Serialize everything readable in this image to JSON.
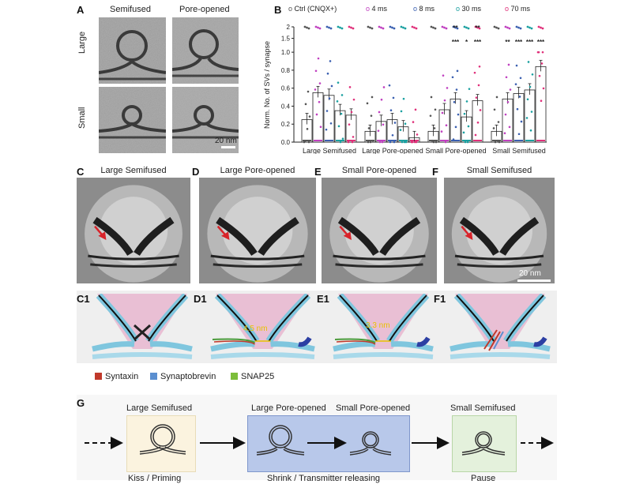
{
  "panels": {
    "A": {
      "letter": "A",
      "col_labels": [
        "Semifused",
        "Pore-opened"
      ],
      "row_labels": [
        "Large",
        "Small"
      ],
      "scale_bar": "20 nm"
    },
    "B": {
      "letter": "B"
    },
    "C": {
      "letter": "C",
      "title": "Large Semifused"
    },
    "D": {
      "letter": "D",
      "title": "Large Pore-opened"
    },
    "E": {
      "letter": "E",
      "title": "Small Pore-opened"
    },
    "F": {
      "letter": "F",
      "title": "Small Semifused",
      "scale_bar": "20 nm"
    },
    "C1": {
      "letter": "C1"
    },
    "D1": {
      "letter": "D1",
      "measure": "4.5 nm"
    },
    "E1": {
      "letter": "E1",
      "measure": "3.3 nm"
    },
    "F1": {
      "letter": "F1"
    },
    "protein_legend": [
      {
        "name": "Syntaxin",
        "color": "#c0392b"
      },
      {
        "name": "Synaptobrevin",
        "color": "#5b8fd0"
      },
      {
        "name": "SNAP25",
        "color": "#7cbd3a"
      }
    ],
    "G": {
      "letter": "G",
      "stages": [
        {
          "title": "Large Semifused",
          "caption": "Kiss / Priming"
        },
        {
          "title": "Large Pore-opened",
          "caption": "Shrink / Transmitter releasing"
        },
        {
          "title": "Small Pore-opened",
          "caption": ""
        },
        {
          "title": "Small Semifused",
          "caption": "Pause"
        }
      ]
    }
  },
  "colors": {
    "ctrl": "#555555",
    "ms4": "#c040c0",
    "ms8": "#3a5fb0",
    "ms30": "#1aa0a0",
    "ms70": "#e0307a",
    "box_yellow": "#fbf3df",
    "box_blue": "#b8c8ea",
    "box_green": "#e4f1dc"
  },
  "chart_data": {
    "type": "bar",
    "ylabel": "Norm. No. of SVs / synapse",
    "yticks": [
      "0.0",
      "0.2",
      "0.4",
      "0.6",
      "0.8",
      "1.0",
      "1.5",
      "2"
    ],
    "ylim": [
      0,
      2
    ],
    "categories": [
      "Large Semifused",
      "Large Pore-opened",
      "Small Pore-opened",
      "Small Semifused"
    ],
    "series": [
      {
        "name": "Ctrl (CNQX+)",
        "values": [
          0.25,
          0.12,
          0.12,
          0.12
        ]
      },
      {
        "name": "4 ms",
        "values": [
          0.55,
          0.23,
          0.36,
          0.48
        ]
      },
      {
        "name": "8 ms",
        "values": [
          0.52,
          0.25,
          0.48,
          0.54
        ]
      },
      {
        "name": "30 ms",
        "values": [
          0.35,
          0.17,
          0.28,
          0.58
        ]
      },
      {
        "name": "70 ms",
        "values": [
          0.3,
          0.05,
          0.46,
          0.84
        ]
      }
    ],
    "significance": [
      [
        "",
        "",
        "",
        "",
        ""
      ],
      [
        "",
        "",
        "",
        "",
        ""
      ],
      [
        "",
        "",
        "***",
        "*",
        "***"
      ],
      [
        "",
        "**",
        "***",
        "***",
        "***"
      ]
    ],
    "significance_top": [
      [
        "",
        "",
        "",
        "",
        ""
      ],
      [
        "",
        "",
        "",
        "",
        ""
      ],
      [
        "",
        "",
        "**",
        "",
        "**"
      ],
      [
        "",
        "",
        "",
        "",
        ""
      ]
    ]
  }
}
